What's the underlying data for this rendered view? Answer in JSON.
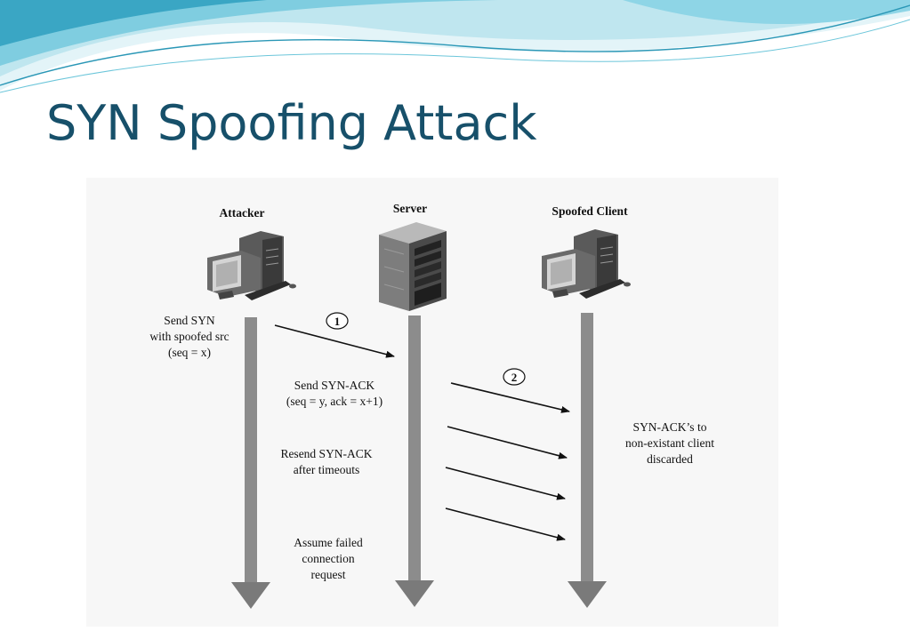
{
  "slide": {
    "title": "SYN Spoofing Attack",
    "colors": {
      "title": "#17506a",
      "swoosh_light": "#bfe6ef",
      "swoosh_mid": "#6cc6da",
      "swoosh_dark": "#2a97b6",
      "lifeline": "#8c8c8c",
      "figure_bg": "#f7f7f7"
    }
  },
  "diagram": {
    "entities": [
      {
        "id": "attacker",
        "label": "Attacker",
        "icon": "desktop-computer-icon"
      },
      {
        "id": "server",
        "label": "Server",
        "icon": "server-tower-icon"
      },
      {
        "id": "client",
        "label": "Spoofed Client",
        "icon": "desktop-computer-icon"
      }
    ],
    "steps": [
      {
        "number": "1"
      },
      {
        "number": "2"
      }
    ],
    "messages": [
      {
        "from": "attacker",
        "to": "server",
        "step": "1"
      },
      {
        "from": "server",
        "to": "client",
        "step": "2"
      },
      {
        "from": "server",
        "to": "client"
      },
      {
        "from": "server",
        "to": "client"
      },
      {
        "from": "server",
        "to": "client"
      }
    ],
    "annotations": {
      "send_syn": "Send SYN\nwith spoofed src\n(seq = x)",
      "send_synack": "Send SYN-ACK\n(seq = y, ack = x+1)",
      "resend": "Resend SYN-ACK\nafter timeouts",
      "assume": "Assume failed\nconnection\nrequest",
      "discarded": "SYN-ACK’s to\nnon-existant client\ndiscarded"
    }
  }
}
